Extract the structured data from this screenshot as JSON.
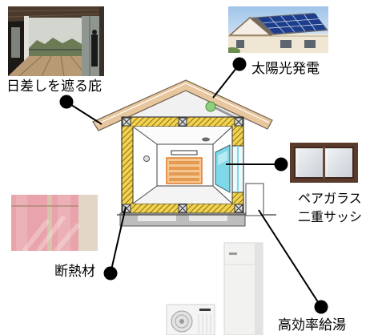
{
  "labels": {
    "eaves": "日差しを遮る庇",
    "solar": "太陽光発電",
    "pair_glass": "ペアガラス",
    "double_sash": "二重サッシ",
    "insulation": "断熱材",
    "water_heater": "高効率給湯"
  },
  "colors": {
    "roof": "#e8c79e",
    "insulation": "#f2d34b",
    "glass": "#7fd8e8",
    "foundation": "#bdbdbd",
    "vent": "#8fd17a",
    "callout": "#000000"
  }
}
